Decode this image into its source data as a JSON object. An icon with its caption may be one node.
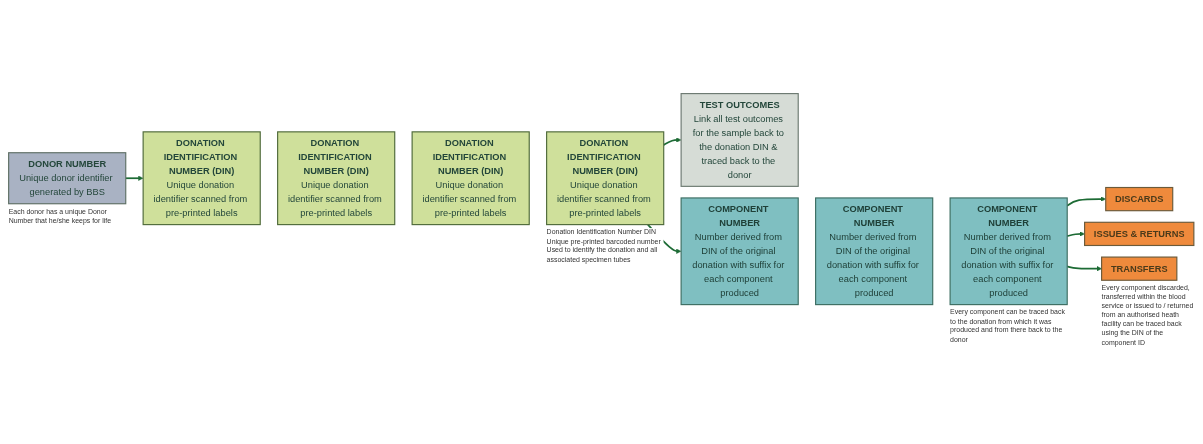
{
  "diagram": {
    "nodes": [
      {
        "text": [
          "DONOR NUMBER",
          "Unique donor identifier generated by BBS"
        ],
        "beside": [
          "Each donor has a unique Donor Number that he/she keeps for life"
        ]
      },
      {
        "text": [
          "DONATION IDENTIFICATION NUMBER (DIN)",
          "Unique donation identifier scanned from pre-printed labels"
        ]
      },
      {
        "text": [
          "DONATION IDENTIFICATION NUMBER (DIN)",
          "Unique donation identifier scanned from pre-printed labels"
        ]
      },
      {
        "text": [
          "DONATION IDENTIFICATION NUMBER (DIN)",
          "Unique donation identifier scanned from pre-printed labels"
        ]
      },
      {
        "text": [
          "DONATION IDENTIFICATION NUMBER (DIN)",
          "Unique donation identifier scanned from pre-printed labels"
        ],
        "beside": [
          "Donation Identification Number DIN Unique pre-printed barcoded number Used to identify the donation and all associated specimen tubes"
        ]
      },
      {
        "text": [
          "TEST OUTCOMES",
          "Link all test outcomes for the sample back to the donation DIN & traced back to the donor"
        ]
      },
      {
        "text": [
          "COMPONENT NUMBER",
          "Number derived from DIN of the original donation with suffix for each component produced"
        ]
      },
      {
        "text": [
          "COMPONENT NUMBER",
          "Number derived from DIN of the original donation with suffix for each component produced"
        ]
      },
      {
        "text": [
          "COMPONENT NUMBER",
          "Number derived from DIN of the original donation with suffix for each component produced"
        ],
        "beside": [
          "Every component can be traced back to the donation from which it was produced and from there back to the donor"
        ]
      },
      {
        "text": [
          "DISCARDS"
        ]
      },
      {
        "text": [
          "ISSUES & RETURNS"
        ]
      },
      {
        "text": [
          "TRANSFERS"
        ],
        "beside": [
          "Every component discarded, transferred within the blood service or issued to / returned from an authorised heath facility can be traced back using the DIN of the component ID"
        ]
      }
    ],
    "edges": [
      {
        "from": 0,
        "to": 1,
        "arrow": "to"
      },
      {
        "from": 4,
        "to": 5,
        "arrow": "to"
      },
      {
        "from": 4,
        "to": 6,
        "arrow": "to"
      },
      {
        "from": 8,
        "to": 9,
        "arrow": "to"
      },
      {
        "from": 8,
        "to": 10,
        "arrow": "to"
      },
      {
        "from": 8,
        "to": 11,
        "arrow": "to"
      }
    ]
  }
}
